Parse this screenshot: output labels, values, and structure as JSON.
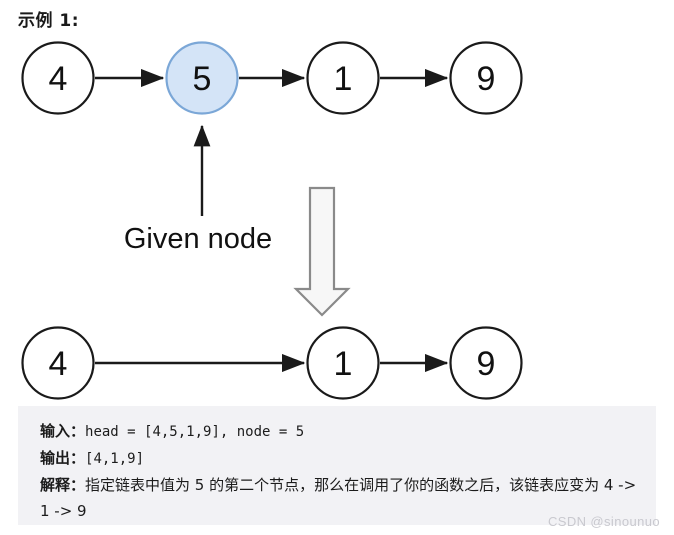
{
  "heading": "示例 1:",
  "diagram": {
    "top_list": {
      "nodes": [
        {
          "value": "4",
          "highlighted": false
        },
        {
          "value": "5",
          "highlighted": true
        },
        {
          "value": "1",
          "highlighted": false
        },
        {
          "value": "9",
          "highlighted": false
        }
      ]
    },
    "bottom_list": {
      "nodes": [
        {
          "value": "4",
          "highlighted": false
        },
        {
          "value": "1",
          "highlighted": false
        },
        {
          "value": "9",
          "highlighted": false
        }
      ]
    },
    "annotation": "Given node",
    "colors": {
      "node_stroke": "#1a1a1a",
      "node_fill": "#ffffff",
      "highlight_fill": "#d4e4f7",
      "highlight_stroke": "#7ba7d7",
      "arrow": "#1a1a1a",
      "block_arrow_fill": "#f7f7f7",
      "block_arrow_stroke": "#8a8a8a"
    }
  },
  "info": {
    "input_label": "输入：",
    "input_value": "head = [4,5,1,9], node = 5",
    "output_label": "输出：",
    "output_value": "[4,1,9]",
    "explain_label": "解释：",
    "explain_value": "指定链表中值为 5 的第二个节点，那么在调用了你的函数之后，该链表应变为 4 -> 1 -> 9"
  },
  "watermark": "CSDN @sinounuo"
}
